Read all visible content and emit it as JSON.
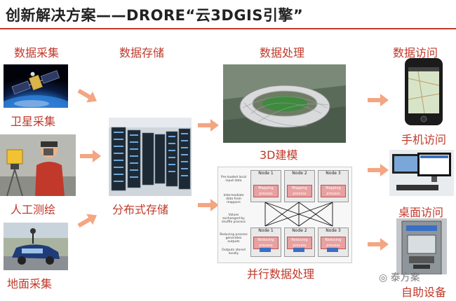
{
  "title": "创新解决方案——DRORE“云3DGIS引擎”",
  "columns": {
    "collect": "数据采集",
    "store": "数据存储",
    "process": "数据处理",
    "access": "数据访问"
  },
  "labels": {
    "satellite": "卫星采集",
    "manual": "人工测绘",
    "ground": "地面采集",
    "distributed": "分布式存储",
    "modeling": "3D建模",
    "parallel": "并行数据处理",
    "mobile": "手机访问",
    "desktop": "桌面访问",
    "kiosk": "自助设备"
  },
  "mapreduce": {
    "nodes": [
      "Node 1",
      "Node 2",
      "Node 3"
    ],
    "map_label": "Mapping process",
    "reduce_label": "Reducing process",
    "side_labels": [
      "Pre-loaded local input data",
      "Intermediate data from mappers",
      "Values exchanged by shuffle process",
      "Reducing process generates outputs",
      "Outputs stored locally"
    ]
  },
  "watermark": "泰方案",
  "colors": {
    "accent": "#c0392b",
    "arrow": "#f4a582",
    "title_text": "#222222"
  }
}
